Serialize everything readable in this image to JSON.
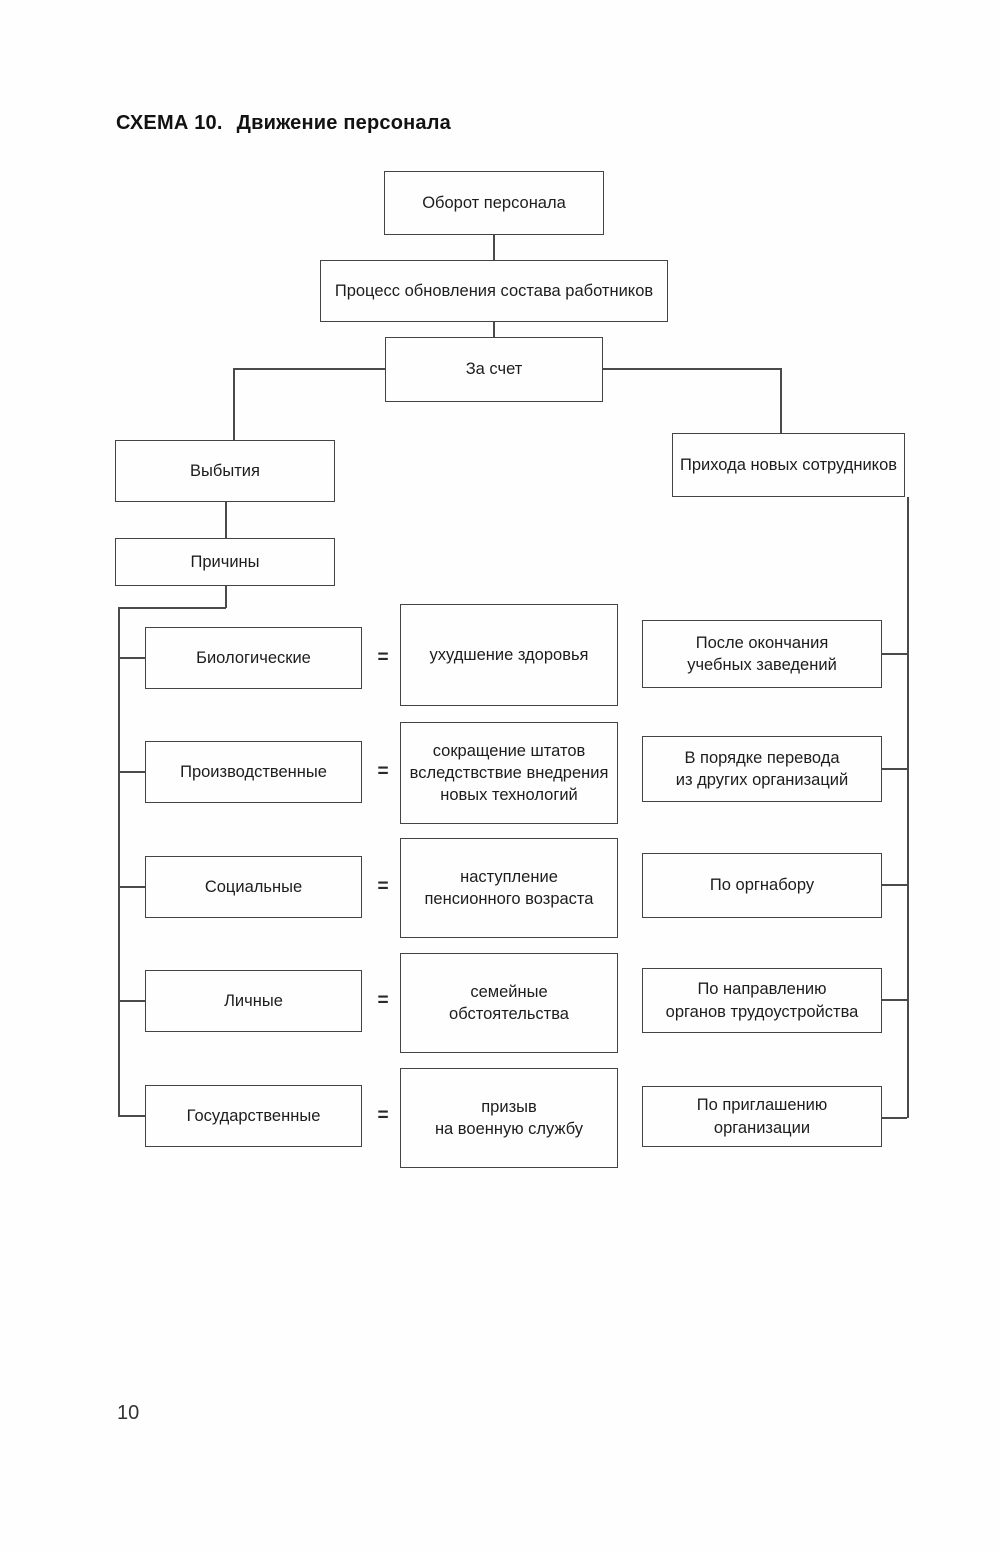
{
  "page": {
    "title_prefix": "СХЕМА 10.",
    "title": "Движение персонала",
    "page_number": "10"
  },
  "diagram": {
    "turnover": "Оборот персонала",
    "process": "Процесс обновления состава работников",
    "due_to": "За счет",
    "departures": "Выбытия",
    "reasons": "Причины",
    "arrivals": "Прихода новых сотрудников",
    "equals": "=",
    "rows": [
      {
        "cause": "Биологические",
        "definition": "ухудшение здоровья",
        "arrival": "После окончания\nучебных заведений"
      },
      {
        "cause": "Производственные",
        "definition": "сокращение штатов\nвследствствие внедрения\nновых технологий",
        "arrival": "В порядке перевода\nиз других организаций"
      },
      {
        "cause": "Социальные",
        "definition": "наступление\nпенсионного возраста",
        "arrival": "По оргнабору"
      },
      {
        "cause": "Личные",
        "definition": "семейные\nобстоятельства",
        "arrival": "По направлению\nорганов трудоустройства"
      },
      {
        "cause": "Государственные",
        "definition": "призыв\nна военную службу",
        "arrival": "По приглашению организации"
      }
    ]
  }
}
